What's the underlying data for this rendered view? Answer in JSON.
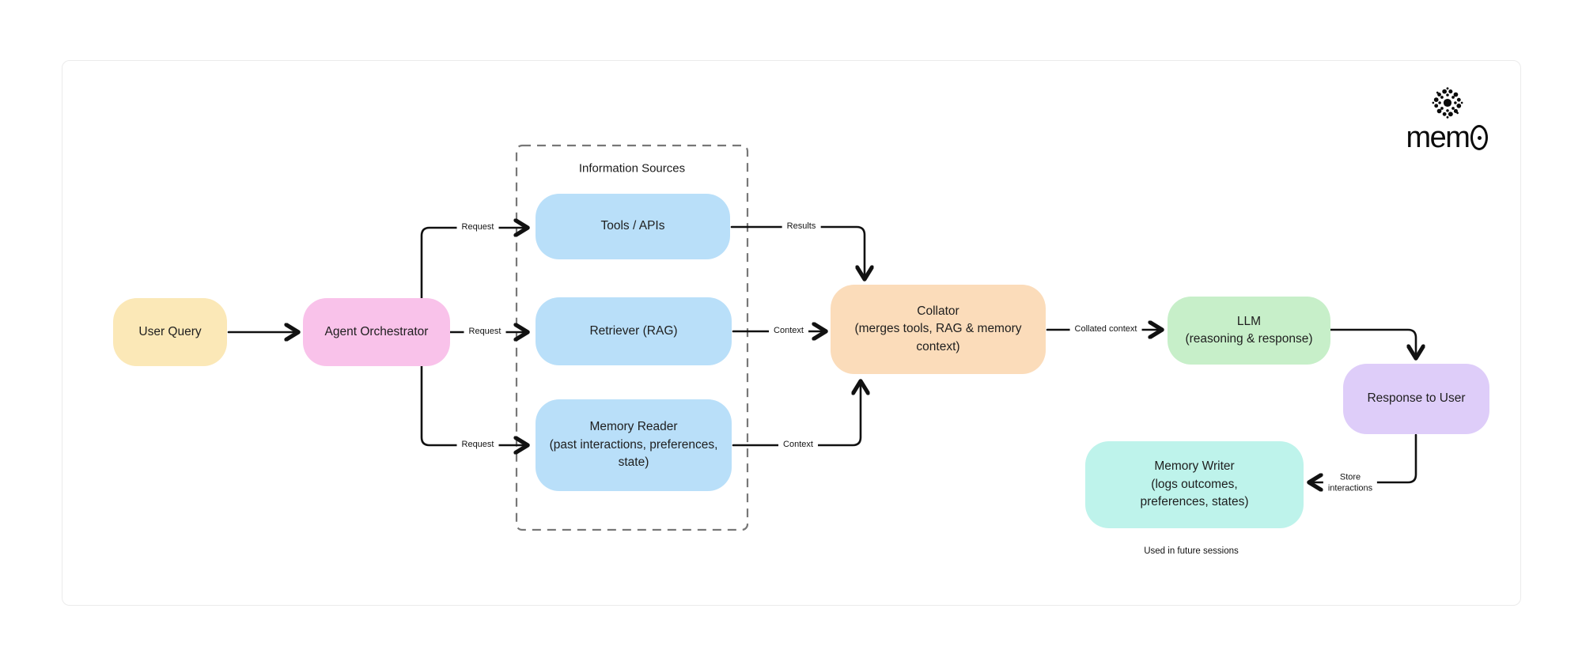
{
  "page": {
    "background": "#ffffff",
    "canvas_border_color": "#ebebeb",
    "arrow_color": "#111111",
    "group_border_color": "#777777"
  },
  "logo": {
    "text_prefix": "mem",
    "mark": "dot-cluster-icon",
    "color": "#0b0b0b"
  },
  "diagram": {
    "group": {
      "title": "Information Sources"
    },
    "nodes": {
      "user_query": {
        "label": "User Query",
        "color": "#fbe8b7"
      },
      "agent_orchestrator": {
        "label": "Agent Orchestrator",
        "color": "#f9c2ea"
      },
      "tools_apis": {
        "label": "Tools / APIs",
        "color": "#b9dff9"
      },
      "retriever": {
        "label": "Retriever (RAG)",
        "color": "#b9dff9"
      },
      "memory_reader": {
        "label": "Memory Reader\n(past interactions, preferences,\nstate)",
        "color": "#b9dff9"
      },
      "collator": {
        "label": "Collator\n(merges tools, RAG & memory\ncontext)",
        "color": "#fbdcba"
      },
      "llm": {
        "label": "LLM\n(reasoning & response)",
        "color": "#c7efc9"
      },
      "response_to_user": {
        "label": "Response to User",
        "color": "#decdf9"
      },
      "memory_writer": {
        "label": "Memory Writer\n(logs outcomes,\npreferences, states)",
        "color": "#bef3eb"
      }
    },
    "edge_labels": {
      "request_tools": "Request",
      "request_retriever": "Request",
      "request_memory": "Request",
      "results": "Results",
      "context_retriever": "Context",
      "context_memory": "Context",
      "collated_context": "Collated context",
      "store_interactions": "Store\ninteractions",
      "future_sessions": "Used in future sessions"
    }
  }
}
